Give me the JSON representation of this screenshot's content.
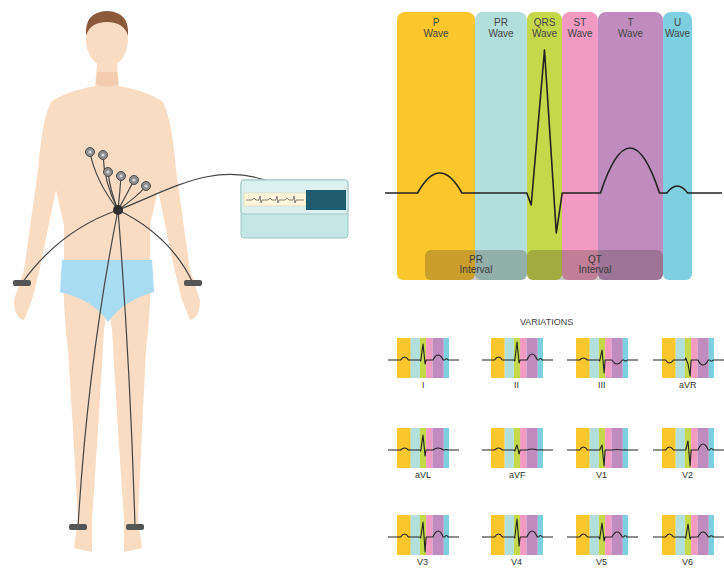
{
  "diagram": {
    "nodes": [
      {
        "text": [
          "P Wave"
        ]
      },
      {
        "text": [
          "PR Wave"
        ]
      },
      {
        "text": [
          "QRS Wave"
        ]
      },
      {
        "text": [
          "ST Wave"
        ]
      },
      {
        "text": [
          "T Wave"
        ]
      },
      {
        "text": [
          "U Wave"
        ]
      },
      {
        "text": [
          "PR Interval"
        ]
      },
      {
        "text": [
          "QT Interval"
        ]
      }
    ],
    "edges": [],
    "labels": [
      "VARIATIONS",
      "I",
      "II",
      "III",
      "aVR",
      "aVL",
      "aVF",
      "V1",
      "V2",
      "V3",
      "V4",
      "V5",
      "V6"
    ]
  }
}
